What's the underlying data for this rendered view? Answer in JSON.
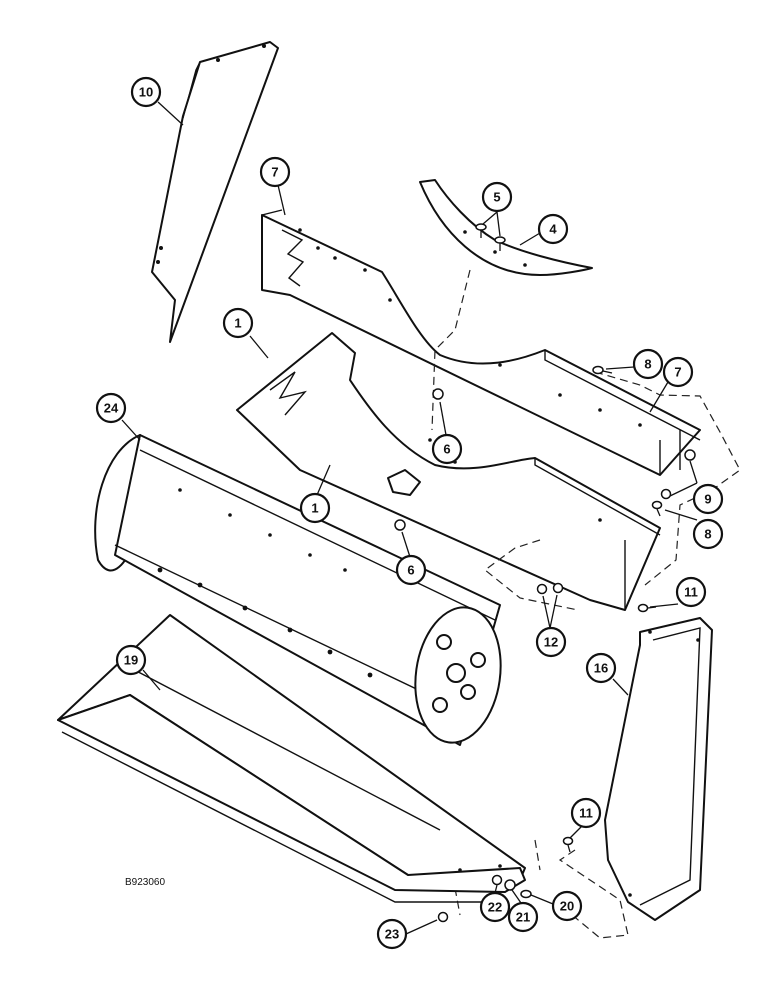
{
  "figure": {
    "reference_code": "B923060",
    "callouts": [
      {
        "id": "c10",
        "label": "10"
      },
      {
        "id": "c7a",
        "label": "7"
      },
      {
        "id": "c5",
        "label": "5"
      },
      {
        "id": "c4",
        "label": "4"
      },
      {
        "id": "c1a",
        "label": "1"
      },
      {
        "id": "c8a",
        "label": "8"
      },
      {
        "id": "c7b",
        "label": "7"
      },
      {
        "id": "c24",
        "label": "24"
      },
      {
        "id": "c6a",
        "label": "6"
      },
      {
        "id": "c1b",
        "label": "1"
      },
      {
        "id": "c9",
        "label": "9"
      },
      {
        "id": "c8b",
        "label": "8"
      },
      {
        "id": "c6b",
        "label": "6"
      },
      {
        "id": "c11a",
        "label": "11"
      },
      {
        "id": "c12",
        "label": "12"
      },
      {
        "id": "c19",
        "label": "19"
      },
      {
        "id": "c16",
        "label": "16"
      },
      {
        "id": "c11b",
        "label": "11"
      },
      {
        "id": "c20",
        "label": "20"
      },
      {
        "id": "c22",
        "label": "22"
      },
      {
        "id": "c21",
        "label": "21"
      },
      {
        "id": "c23",
        "label": "23"
      }
    ]
  }
}
